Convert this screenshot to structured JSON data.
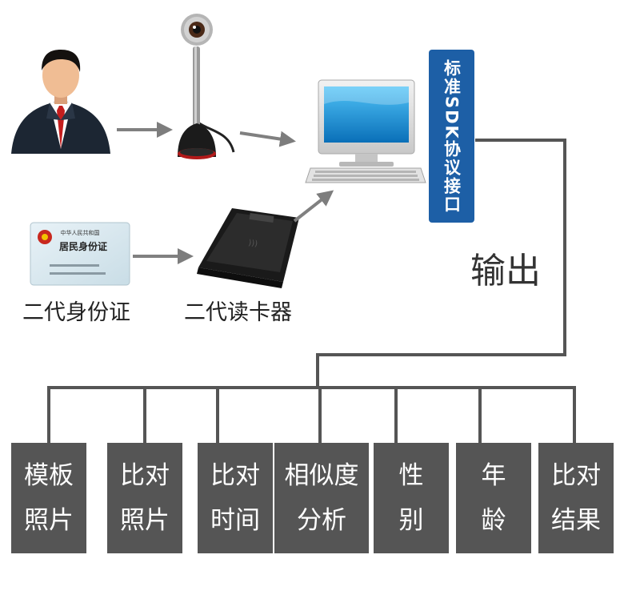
{
  "labels": {
    "id_card": "二代身份证",
    "card_reader": "二代读卡器",
    "output": "输出"
  },
  "id_card_text": {
    "line1": "中华人民共和国",
    "line2": "居民身份证"
  },
  "sdk_label": "标准SDK协议接口",
  "output_fields": [
    {
      "line1": "模板",
      "line2": "照片"
    },
    {
      "line1": "比对",
      "line2": "照片"
    },
    {
      "line1": "比对",
      "line2": "时间"
    },
    {
      "line1": "相似度",
      "line2": "分析"
    },
    {
      "line1": "性",
      "line2": "别"
    },
    {
      "line1": "年",
      "line2": "龄"
    },
    {
      "line1": "比对",
      "line2": "结果"
    }
  ],
  "colors": {
    "sdk_box": "#1d5fa6",
    "output_box": "#555555",
    "connector": "#555555",
    "arrow": "#808080"
  },
  "icons": [
    "person-icon",
    "webcam-icon",
    "computer-icon",
    "id-card-icon",
    "card-reader-icon"
  ]
}
